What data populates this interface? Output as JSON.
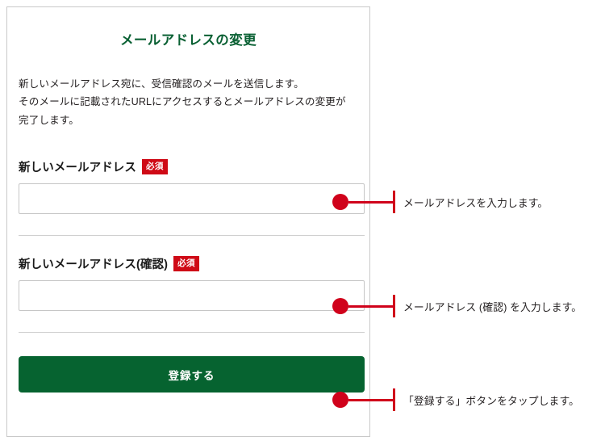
{
  "colors": {
    "title_green": "#096033",
    "button_green": "#066330",
    "required_red": "#cf0a16",
    "callout_red": "#d0021b",
    "card_border": "#c9c9c9",
    "input_border": "#c6c6c6",
    "divider": "#cfcfcf",
    "text": "#231f20"
  },
  "form": {
    "title": "メールアドレスの変更",
    "lead_line1": "新しいメールアドレス宛に、受信確認のメールを送信します。",
    "lead_line2": "そのメールに記載されたURLにアクセスするとメールアドレスの変更が",
    "lead_line3": "完了します。",
    "required_badge": "必須",
    "fields": [
      {
        "label": "新しいメールアドレス",
        "required_badge": "必須",
        "value": "",
        "placeholder": ""
      },
      {
        "label": "新しいメールアドレス(確認)",
        "required_badge": "必須",
        "value": "",
        "placeholder": ""
      }
    ],
    "submit_label": "登録する"
  },
  "callouts": [
    {
      "text": "メールアドレスを入力します。"
    },
    {
      "text": "メールアドレス (確認) を入力します。"
    },
    {
      "text": "「登録する」ボタンをタップします。"
    }
  ]
}
